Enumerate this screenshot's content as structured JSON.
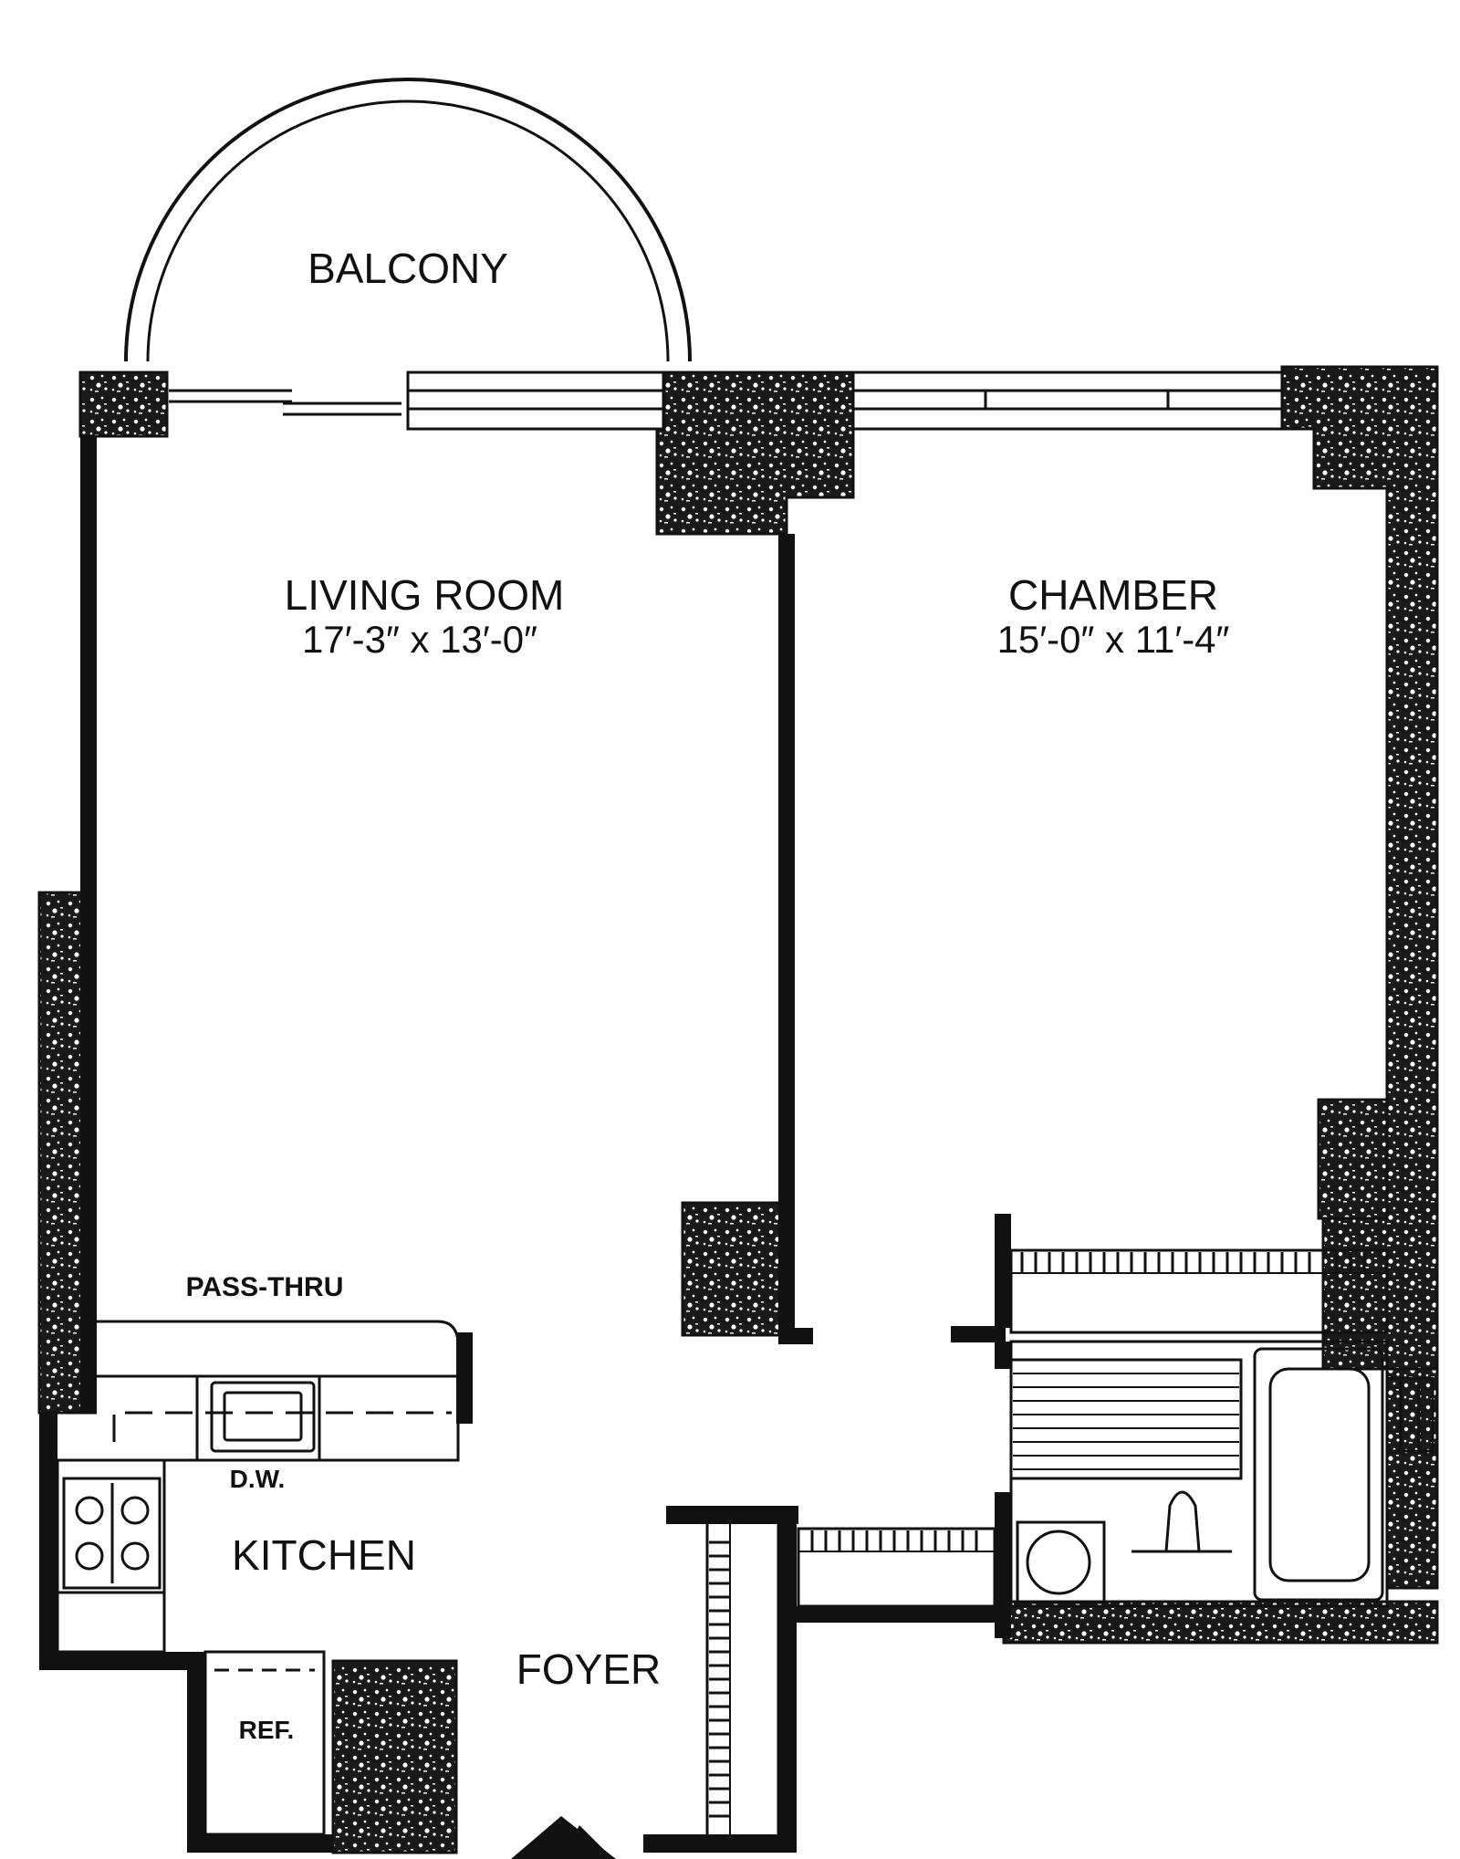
{
  "labels": {
    "balcony": "BALCONY",
    "living_room": "LIVING ROOM",
    "living_room_dims": "17′-3″ x 13′-0″",
    "chamber": "CHAMBER",
    "chamber_dims": "15′-0″ x 11′-4″",
    "pass_thru": "PASS-THRU",
    "dw": "D.W.",
    "kitchen": "KITCHEN",
    "ref": "REF.",
    "foyer": "FOYER"
  },
  "colors": {
    "ink": "#111111",
    "paper": "#ffffff"
  },
  "icons": {
    "entry": "entry-triangle-icon",
    "stove": "stove-burners-icon",
    "sink": "sink-icon",
    "bathtub": "bathtub-icon",
    "toilet": "toilet-icon",
    "bath_sink": "bathroom-sink-icon"
  }
}
